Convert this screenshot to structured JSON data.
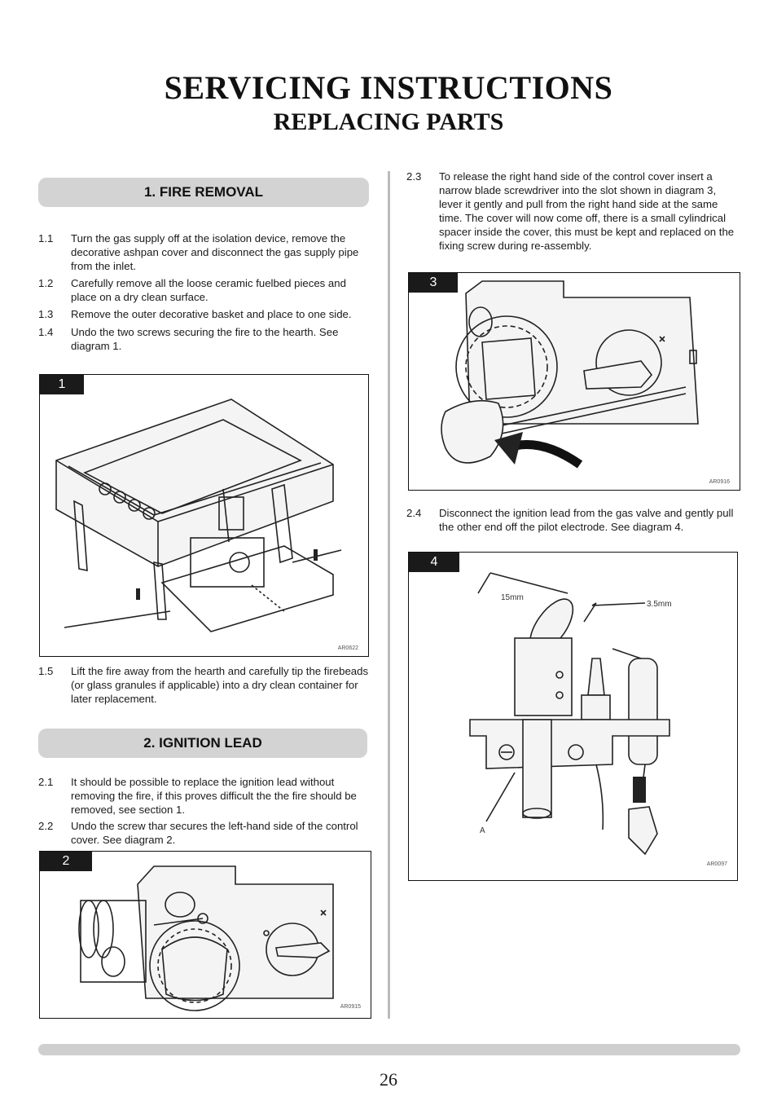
{
  "header": {
    "title": "SERVICING INSTRUCTIONS",
    "subtitle": "REPLACING PARTS"
  },
  "section1": {
    "heading": "1. FIRE REMOVAL",
    "steps": [
      {
        "num": "1.1",
        "text": "Turn the gas supply off at the isolation device, remove the decorative ashpan cover and disconnect the gas supply pipe from the inlet."
      },
      {
        "num": "1.2",
        "text": "Carefully remove all the loose ceramic fuelbed pieces and place on a dry clean surface."
      },
      {
        "num": "1.3",
        "text": "Remove the outer decorative basket and place to one side."
      },
      {
        "num": "1.4",
        "text": "Undo the two screws securing the fire to the hearth. See diagram 1."
      }
    ],
    "step_after": {
      "num": "1.5",
      "text": "Lift the fire away from the hearth and carefully tip the firebeads (or glass granules if applicable) into a dry clean container for later replacement."
    }
  },
  "section2": {
    "heading": "2. IGNITION LEAD",
    "steps": [
      {
        "num": "2.1",
        "text": "It should be possible to replace the ignition lead without removing the fire, if this proves difficult the the fire should be removed, see section 1."
      },
      {
        "num": "2.2",
        "text": "Undo the screw thar secures the left-hand side of the control cover. See diagram 2."
      },
      {
        "num": "2.3",
        "text": "To release the right hand side of the control cover insert a narrow blade screwdriver into the slot shown in diagram 3, lever it gently and pull from the right hand side at the same time. The cover will now come off, there is a small cylindrical spacer inside the cover, this must be kept and replaced on the fixing screw during re-assembly."
      },
      {
        "num": "2.4",
        "text": "Disconnect the ignition lead from the gas valve and gently pull the other end off the pilot electrode. See diagram 4."
      }
    ]
  },
  "diagrams": {
    "d1": {
      "label": "1",
      "ref": "AR0622"
    },
    "d2": {
      "label": "2",
      "ref": "AR0915"
    },
    "d3": {
      "label": "3",
      "ref": "AR0916"
    },
    "d4": {
      "label": "4",
      "ref": "AR0097",
      "dim_a": "15mm",
      "dim_b": "3.5mm",
      "pointer": "A"
    }
  },
  "footer": {
    "page_number": "26"
  }
}
